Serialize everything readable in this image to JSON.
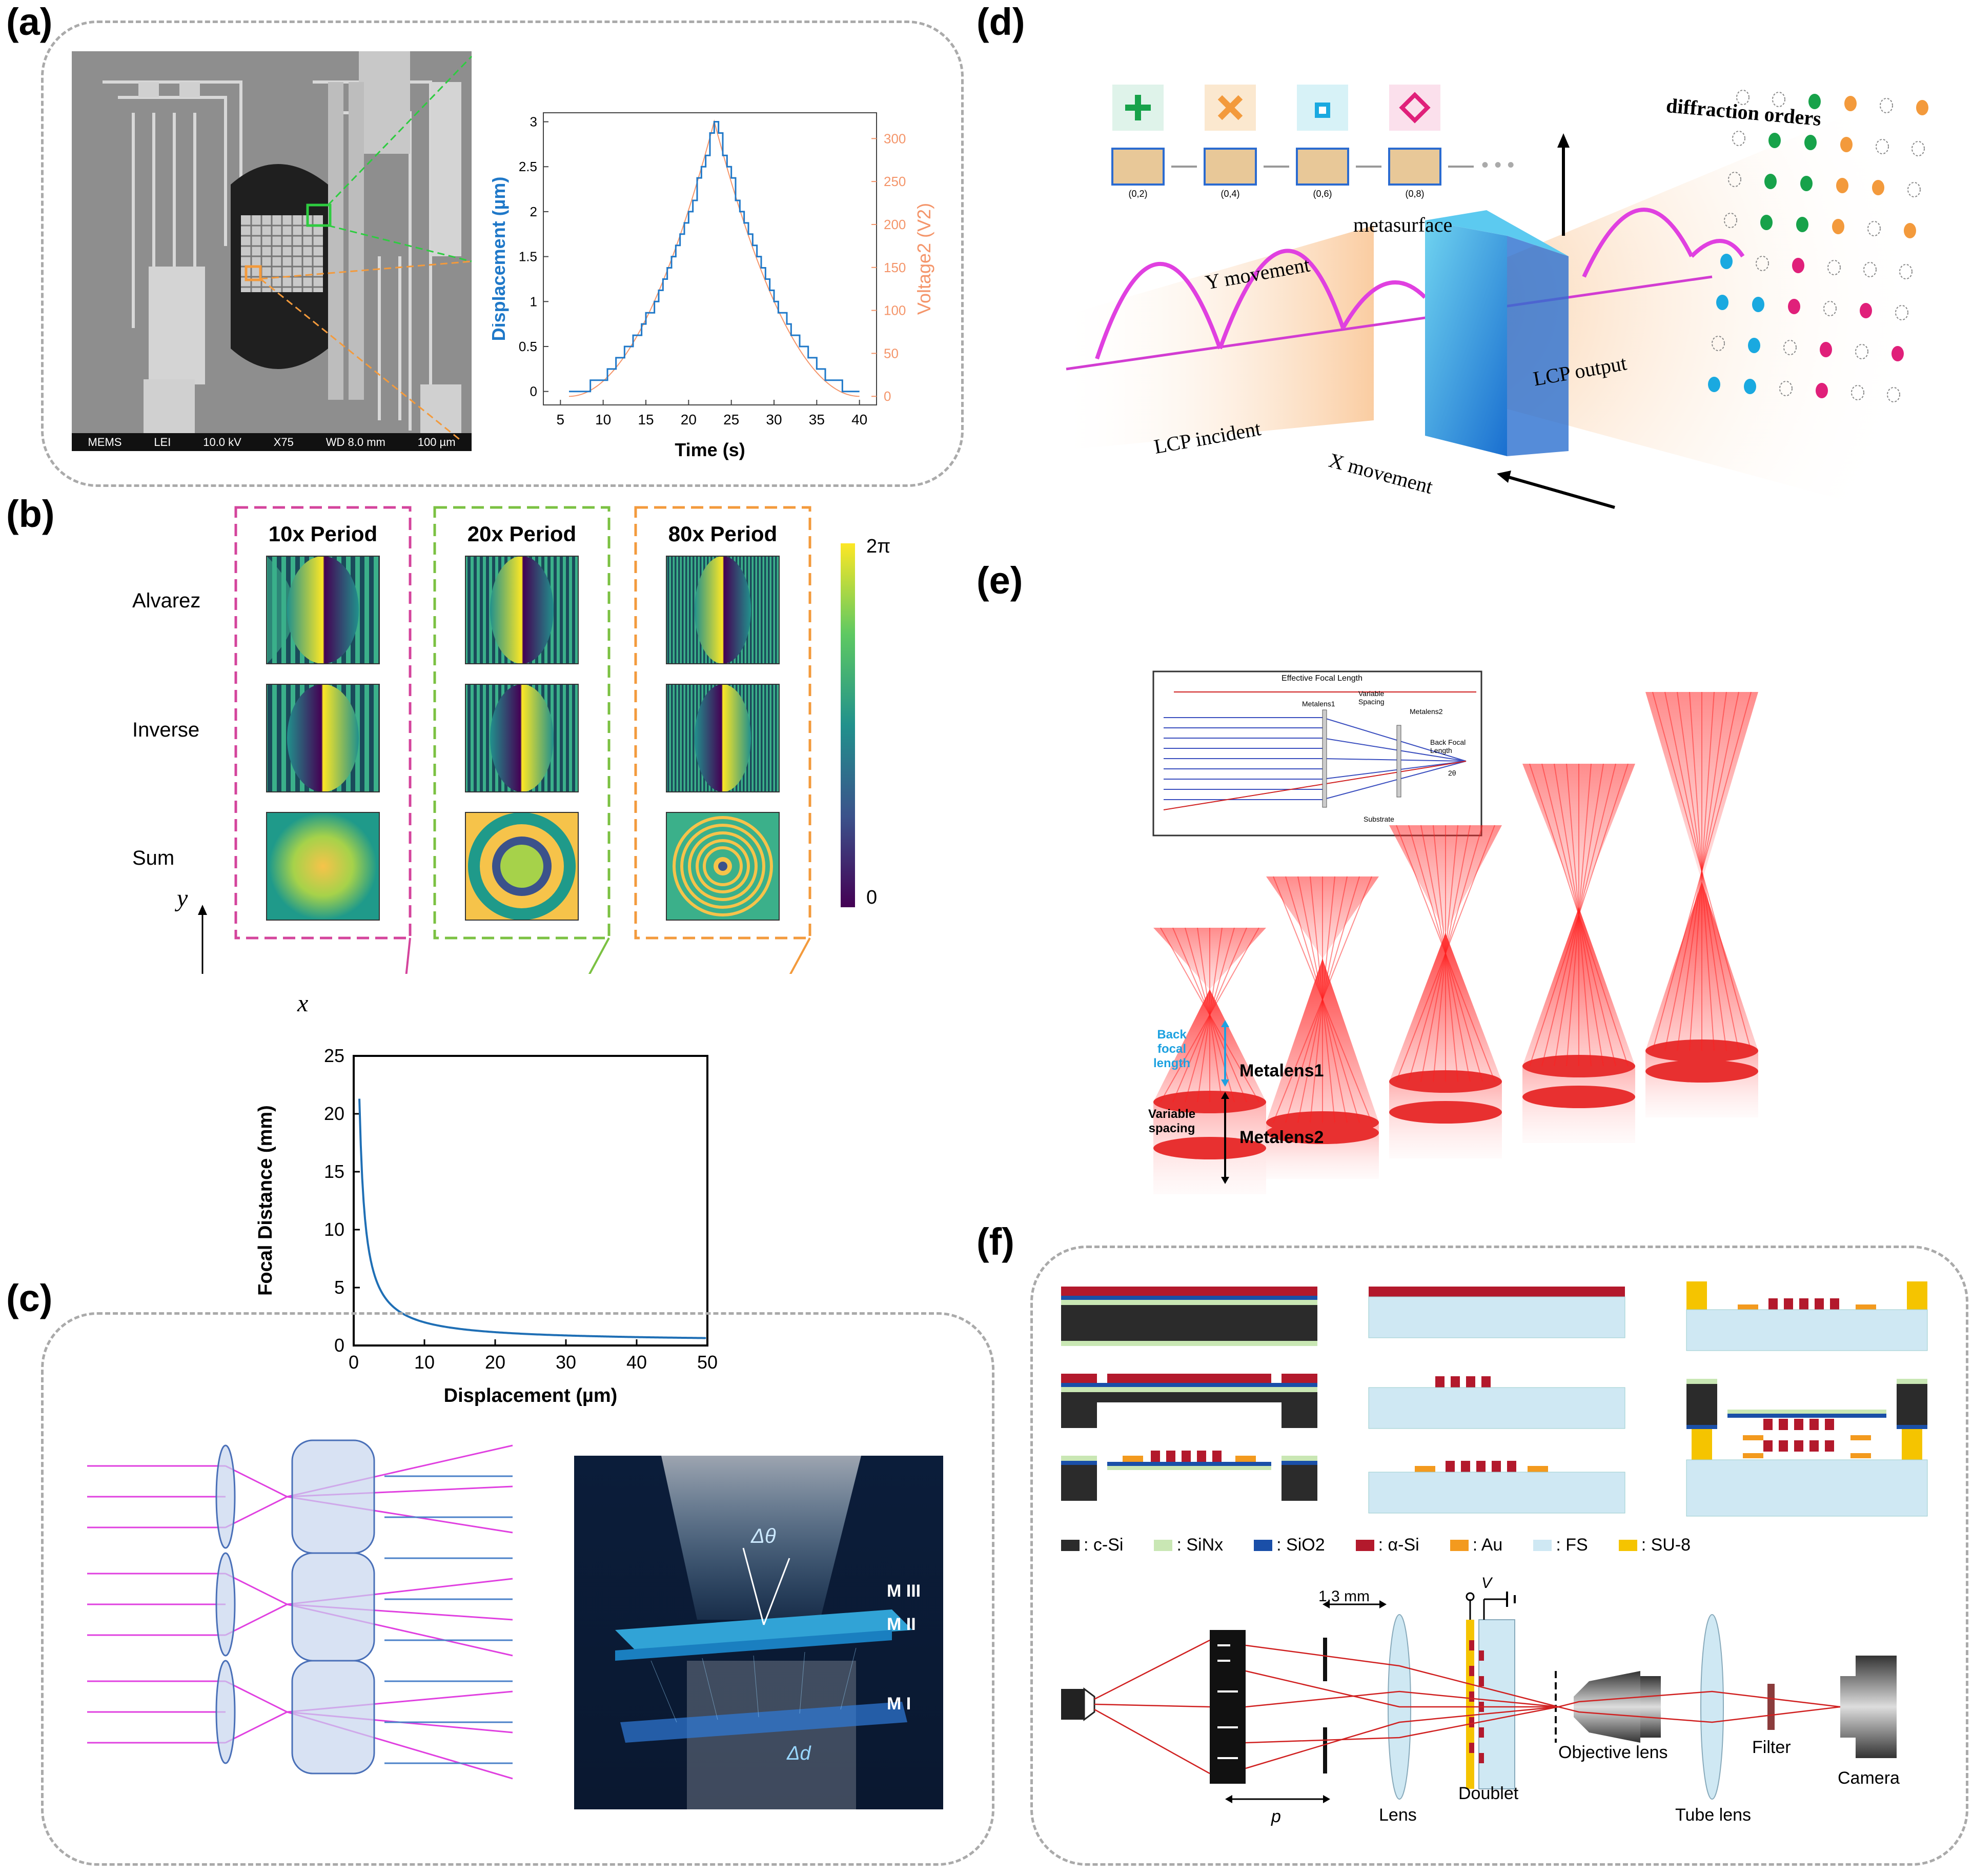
{
  "panels": {
    "a": "(a)",
    "b": "(b)",
    "c": "(c)",
    "d": "(d)",
    "e": "(e)",
    "f": "(f)"
  },
  "panel_a": {
    "sem_bar": [
      "MEMS",
      "LEI",
      "10.0 kV",
      "X75",
      "WD 8.0 mm",
      "100 µm"
    ],
    "chart": {
      "xlabel": "Time (s)",
      "ylabel_left": "Displacement (µm)",
      "ylabel_right": "Voltage2 (V2)",
      "x_ticks": [
        "5",
        "10",
        "15",
        "20",
        "25",
        "30",
        "35",
        "40"
      ],
      "y_left_ticks": [
        "0",
        "0.5",
        "1",
        "1.5",
        "2",
        "2.5",
        "3"
      ],
      "y_right_ticks": [
        "0",
        "50",
        "100",
        "150",
        "200",
        "250",
        "300"
      ],
      "left_color": "#1f78c8",
      "right_color": "#f4956a"
    }
  },
  "panel_b": {
    "columns": [
      "10x Period",
      "20x Period",
      "80x Period"
    ],
    "column_colors": [
      "#d4449c",
      "#7bc142",
      "#f39a3c"
    ],
    "rows": [
      "Alvarez",
      "Inverse",
      "Sum"
    ],
    "colorbar_top": "2π",
    "colorbar_bottom": "0",
    "axis_y": "y",
    "axis_x": "x",
    "chart": {
      "xlabel": "Displacement (µm)",
      "ylabel": "Focal Distance (mm)",
      "x_ticks": [
        "0",
        "10",
        "20",
        "30",
        "40",
        "50"
      ],
      "y_ticks": [
        "0",
        "5",
        "10",
        "15",
        "20",
        "25"
      ]
    }
  },
  "panel_c": {
    "labels": [
      "Δθ",
      "M III",
      "M II",
      "M I",
      "Δd"
    ]
  },
  "panel_d": {
    "orders": [
      "(0,2)",
      "(0,4)",
      "(0,6)",
      "(0,8)",
      "• • •"
    ],
    "labels": {
      "metasurface": "metasurface",
      "y_move": "Y movement",
      "x_move": "X movement",
      "lcp_in": "LCP incident",
      "lcp_out": "LCP output",
      "diff": "diffraction orders"
    }
  },
  "panel_e": {
    "inset": {
      "title": "Effective Focal Length",
      "m1": "Metalens1",
      "spacing": "Variable\nSpacing",
      "m2": "Metalens2",
      "bfl": "Back Focal\nLength",
      "theta": "2θ",
      "sub": "Substrate"
    },
    "labels": {
      "bfl": "Back\nfocal\nlength",
      "metalens1": "Metalens1",
      "var": "Variable\nspacing",
      "metalens2": "Metalens2"
    }
  },
  "panel_f": {
    "legend": [
      {
        "label": ": c-Si",
        "color": "#2b2b2b"
      },
      {
        "label": ": SiNx",
        "color": "#c9e7b4"
      },
      {
        "label": ": SiO2",
        "color": "#1a4fa8"
      },
      {
        "label": ": α-Si",
        "color": "#b3192c"
      },
      {
        "label": ": Au",
        "color": "#f39a1e"
      },
      {
        "label": ": FS",
        "color": "#cfe8f3"
      },
      {
        "label": ": SU-8",
        "color": "#f5c400"
      }
    ],
    "setup": {
      "spacing": "1.3 mm",
      "v": "V",
      "p": "p",
      "lens": "Lens",
      "doublet": "Doublet",
      "objective": "Objective lens",
      "tube": "Tube lens",
      "filter": "Filter",
      "camera": "Camera"
    }
  }
}
